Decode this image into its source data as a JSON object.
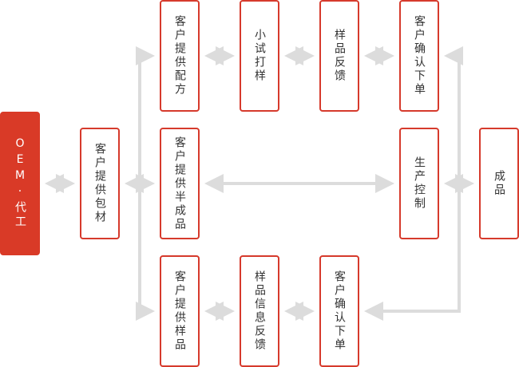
{
  "colors": {
    "accent": "#d63a2c",
    "primary_fill": "#d93a27",
    "connector": "#dcdcdc",
    "text": "#333333"
  },
  "nodes": {
    "oem": "OEM·代工",
    "customer_materials": "客户提供包材",
    "customer_formula": "客户提供配方",
    "trial_production": "小试打样",
    "sample_feedback": "样品反馈",
    "customer_order_top": "客户确认下单",
    "customer_semi_finished": "客户提供半成品",
    "production_control": "生产控制",
    "finished_product": "成品",
    "customer_samples": "客户提供样品",
    "sample_info_feedback": "样品信息反馈",
    "customer_order_bottom": "客户确认下单"
  }
}
